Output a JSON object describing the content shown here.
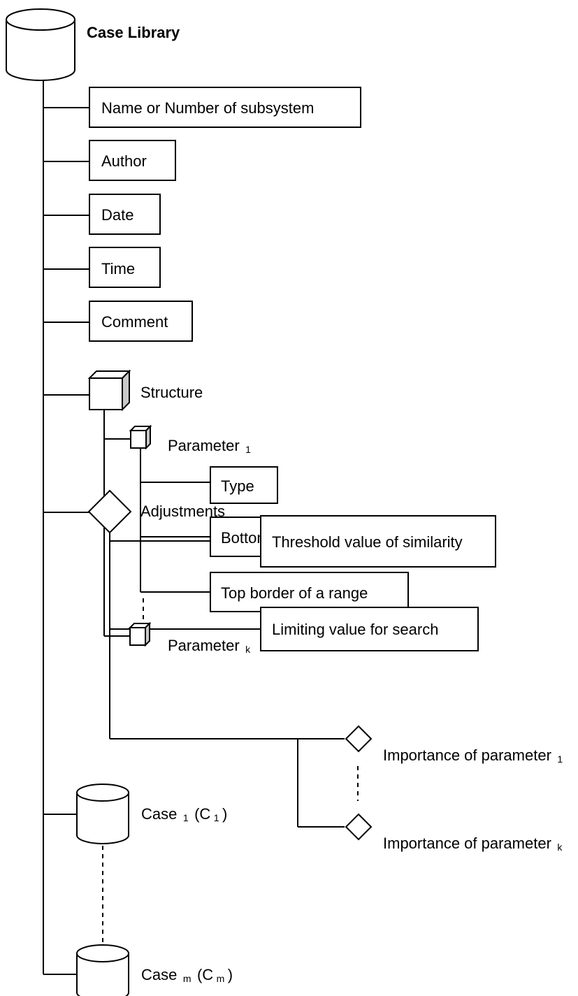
{
  "root": {
    "label": "Case Library"
  },
  "fields": [
    "Name or Number of subsystem",
    "Author",
    "Date",
    "Time",
    "Comment"
  ],
  "structure": {
    "label": "Structure",
    "parameter_first": {
      "text": "Parameter",
      "sub": "1"
    },
    "parameter_last": {
      "text": "Parameter",
      "sub": "k"
    },
    "parameter_fields": [
      "Type",
      "Bottom border of a range",
      "Top border of a range"
    ]
  },
  "adjustments": {
    "label": "Adjustments",
    "fields": [
      "Threshold value of similarity",
      "Limiting value for search"
    ],
    "importance_first": {
      "text": "Importance of parameter",
      "sub": "1"
    },
    "importance_last": {
      "text": "Importance of parameter",
      "sub": "k"
    }
  },
  "cases": {
    "first": {
      "text": "Case",
      "sub": "1",
      "paren_text": "(C",
      "paren_sub": "1",
      "paren_close": ")"
    },
    "last": {
      "text": "Case",
      "sub": "m",
      "paren_text": "(C",
      "paren_sub": "m",
      "paren_close": ")"
    }
  }
}
